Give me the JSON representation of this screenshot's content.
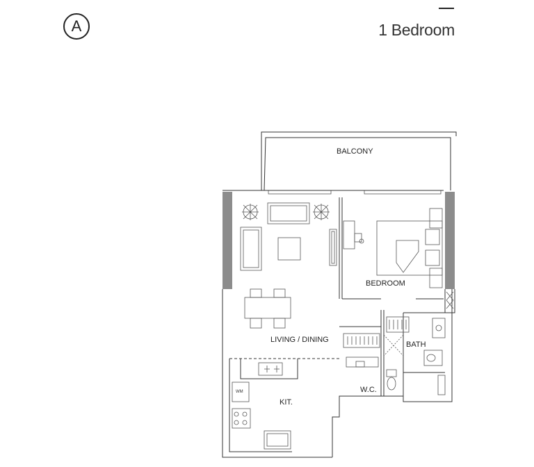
{
  "header": {
    "badge_letter": "A",
    "unit_type": "1 Bedroom"
  },
  "rooms": {
    "balcony": "BALCONY",
    "bedroom": "BEDROOM",
    "living_dining": "LIVING / DINING",
    "bath": "BATH",
    "wc": "W.C.",
    "kitchen": "KIT.",
    "washing_machine": "WM"
  }
}
